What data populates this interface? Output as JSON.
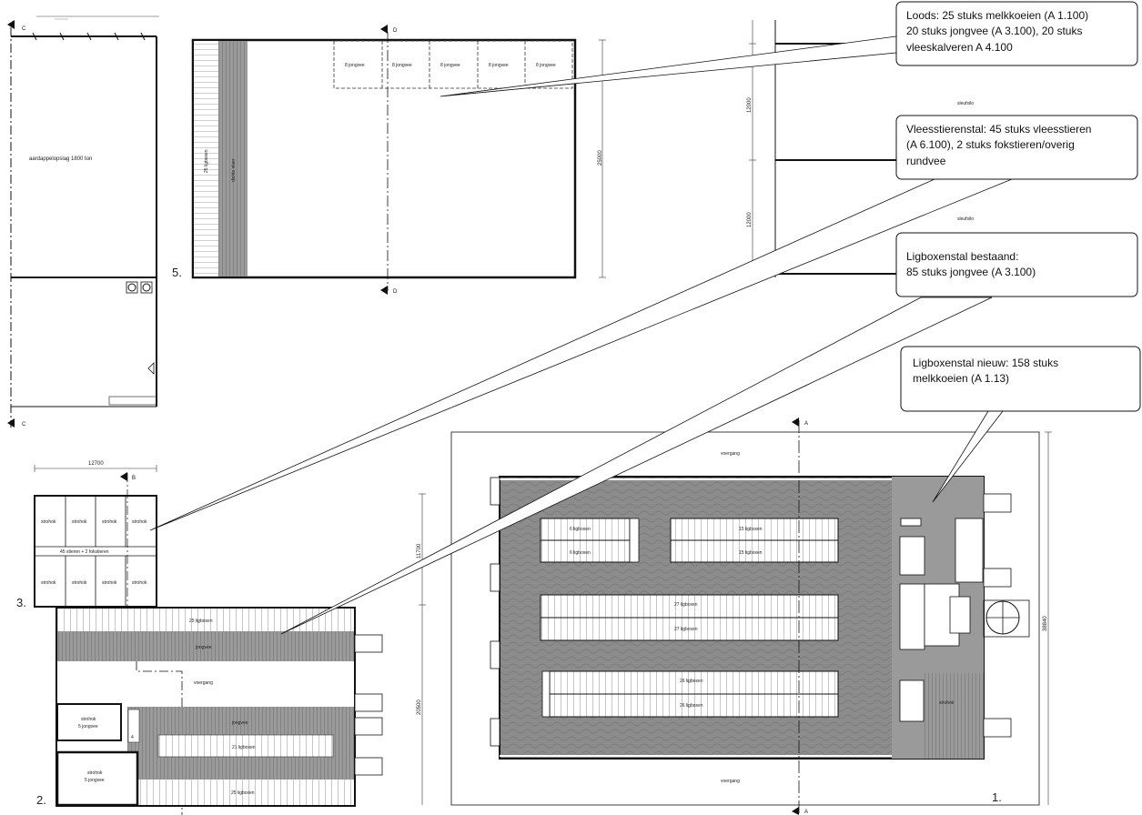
{
  "callouts": [
    {
      "id": "loods",
      "lines": [
        "Loods: 25 stuks melkkoeien (A 1.100)",
        "20 stuks jongvee (A 3.100), 20 stuks",
        "vleeskalveren A 4.100"
      ]
    },
    {
      "id": "vleesstier",
      "lines": [
        "Vleesstierenstal: 45 stuks vleesstieren",
        "(A 6.100), 2 stuks fokstieren/overig",
        "rundvee"
      ]
    },
    {
      "id": "ligbox-bestaand",
      "lines": [
        "Ligboxenstal bestaand:",
        "85 stuks jongvee (A 3.100)"
      ]
    },
    {
      "id": "ligbox-nieuw",
      "lines": [
        "Ligboxenstal nieuw: 158 stuks",
        "melkkoeien (A 1.13)"
      ]
    }
  ],
  "building_numbers": {
    "b1": "1.",
    "b2": "2.",
    "b3": "3.",
    "b5": "5."
  },
  "section_marks": {
    "c": "C",
    "d": "D",
    "a": "A",
    "b": "B"
  },
  "potato_store": {
    "label": "aardappelopslag 1800 ton"
  },
  "loods": {
    "pens": [
      "8 jongvee",
      "8 jongvee",
      "8 jongvee",
      "8 jongvee",
      "8 jongvee"
    ],
    "boxes_label": "25 ligboxen",
    "feed_alley_label": "dichte vloer",
    "dimension": "25000"
  },
  "silo_area": {
    "label_top": "sleufsilo",
    "label_bottom": "sleufsilo",
    "dim_top": "12000",
    "dim_bottom": "12000"
  },
  "stierenstal": {
    "dimension": "12700",
    "pens_top": [
      "strohok",
      "strohok",
      "strohok",
      "strohok"
    ],
    "pens_bottom": [
      "strohok",
      "strohok",
      "strohok",
      "strohok"
    ],
    "center_label": "45 stieren + 2 fokstieren"
  },
  "bestaand": {
    "top_boxes": "25 ligboxen",
    "jongvee_top": "jongvee",
    "voergang": "voergang",
    "strohok1": [
      "strohok",
      "5 jongvee"
    ],
    "strohok2": [
      "strohok",
      "5 jongvee"
    ],
    "jongvee_mid": "jongvee",
    "mid_boxes": "21 ligboxen",
    "bottom_boxes": "25 ligboxen",
    "side_label": "4",
    "dim_left_top": "11700",
    "dim_left_bottom": "20500"
  },
  "nieuw": {
    "voergang_top": "voergang",
    "voergang_bottom": "voergang",
    "row1_left_a": "6 ligboxen",
    "row1_left_b": "6 ligboxen",
    "row1_right_a": "15 ligboxen",
    "row1_right_b": "15 ligboxen",
    "row2_a": "27 ligboxen",
    "row2_b": "27 ligboxen",
    "row3_a": "26 ligboxen",
    "row3_b": "26 ligboxen",
    "strohok": "strohok",
    "dim_right": "38840"
  }
}
